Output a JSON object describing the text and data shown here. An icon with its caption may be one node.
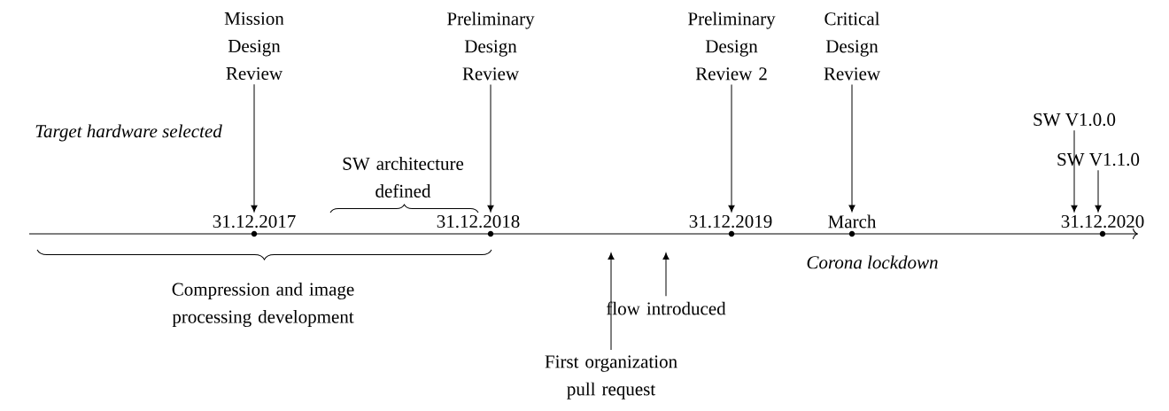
{
  "diagram": {
    "nodes": [
      {
        "text": [
          "Mission Design Review"
        ]
      },
      {
        "text": [
          "31.12.2017"
        ]
      },
      {
        "text": [
          "Preliminary Design Review"
        ]
      },
      {
        "text": [
          "31.12.2018"
        ]
      },
      {
        "text": [
          "Preliminary Design Review 2"
        ]
      },
      {
        "text": [
          "31.12.2019"
        ]
      },
      {
        "text": [
          "Critical Design Review"
        ]
      },
      {
        "text": [
          "March"
        ]
      },
      {
        "text": [
          "31.12.2020"
        ]
      },
      {
        "text": [
          "SW V1.0.0"
        ]
      },
      {
        "text": [
          "SW V1.1.0"
        ]
      },
      {
        "text": [
          "First organization pull request"
        ]
      },
      {
        "text": [
          "flow introduced"
        ]
      }
    ],
    "edges": [
      {
        "from": 0,
        "to": 1,
        "arrow": "to"
      },
      {
        "from": 2,
        "to": 3,
        "arrow": "to"
      },
      {
        "from": 4,
        "to": 5,
        "arrow": "to"
      },
      {
        "from": 6,
        "to": 7,
        "arrow": "to"
      },
      {
        "from": 9,
        "to": 8,
        "arrow": "to"
      },
      {
        "from": 10,
        "to": 8,
        "arrow": "to"
      },
      {
        "from": 11,
        "to": null,
        "arrow": "to"
      },
      {
        "from": 12,
        "to": null,
        "arrow": "to"
      }
    ],
    "labels": [
      "Target hardware selected",
      "SW architecture defined",
      "Compression and image processing development",
      "Corona lockdown"
    ]
  }
}
